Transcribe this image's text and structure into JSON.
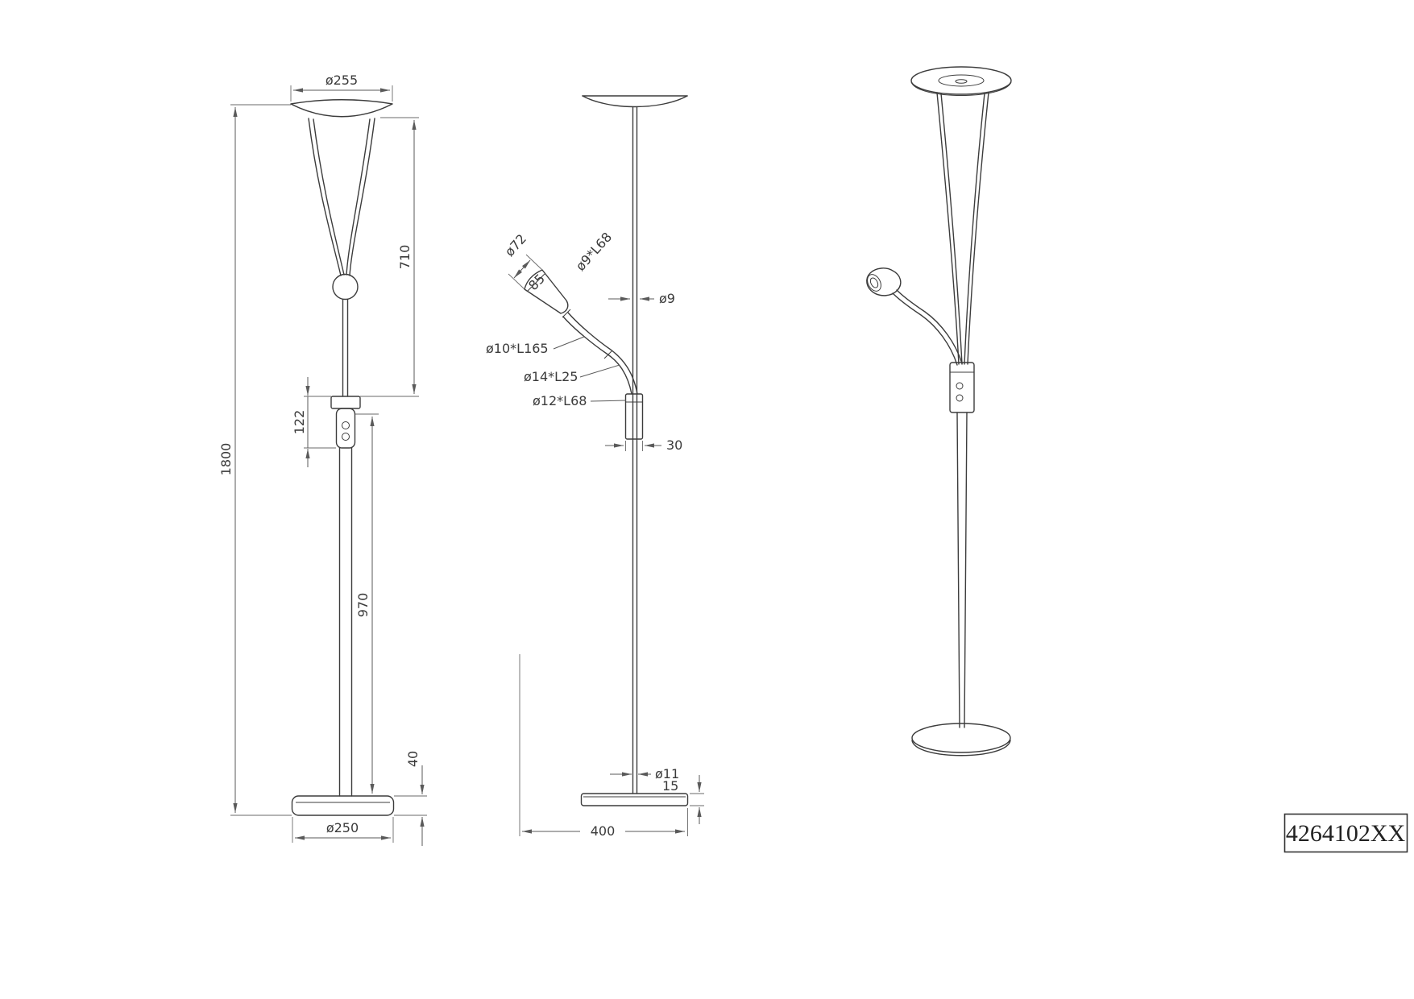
{
  "front_view": {
    "shade_diameter": "ø255",
    "shade_to_bracket_height": "710",
    "total_height": "1800",
    "bracket_length": "122",
    "lower_pole_height": "970",
    "base_height": "40",
    "base_diameter": "ø250"
  },
  "side_view": {
    "reading_head_diameter": "ø72",
    "reading_head_length": "85",
    "arm_segment_upper": "ø9*L68",
    "main_pole_diameter": "ø9",
    "arm_segment_flex": "ø10*L165",
    "arm_segment_joint": "ø14*L25",
    "arm_segment_lower": "ø12*L68",
    "bracket_width": "30",
    "pole_at_base_diameter": "ø11",
    "base_thickness": "15",
    "overall_depth": "400"
  },
  "title_block": {
    "part_number": "4264102XX"
  }
}
